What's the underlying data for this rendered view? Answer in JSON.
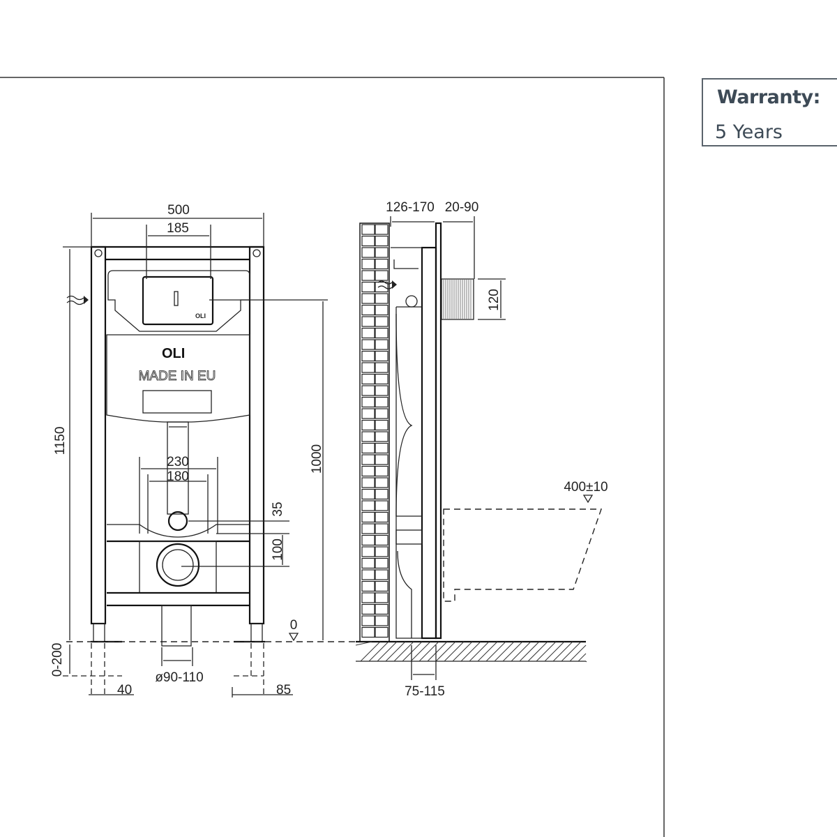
{
  "warranty": {
    "label": "Warranty:",
    "value": "5 Years"
  },
  "front_view": {
    "brand": "OLI",
    "embossed_text": "MADE IN EU",
    "dims": {
      "width": "500",
      "plate_width": "185",
      "height": "1150",
      "plate_height": "1000",
      "bolt_outer": "230",
      "bolt_inner": "180",
      "elbow_offset": "35",
      "waste_offset": "100",
      "leg_adjust": "0-200",
      "foot_left": "40",
      "foot_right": "85",
      "drain_diameter": "ø90-110",
      "floor_level": "0"
    }
  },
  "side_view": {
    "dims": {
      "wall_gap": "126-170",
      "panel_depth": "20-90",
      "connector_height": "120",
      "pan_height": "400±10",
      "floor_depth": "75-115"
    }
  },
  "colors": {
    "line": "#222222",
    "warranty_text": "#3d4a56",
    "warranty_border": "#5a636c"
  }
}
